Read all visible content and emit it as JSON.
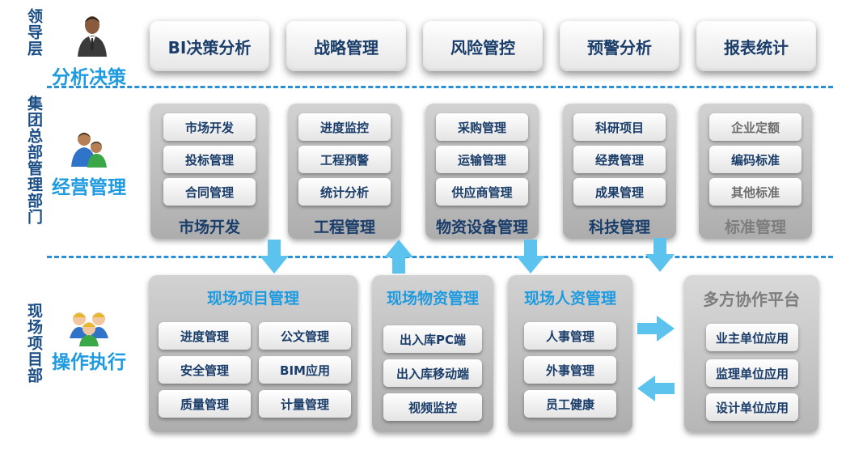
{
  "layers": {
    "leader": {
      "label": "领导层",
      "title": "分析决策"
    },
    "hq": {
      "label": "集团总部管理部门",
      "title": "经营管理"
    },
    "site": {
      "label": "现场项目部",
      "title": "操作执行"
    }
  },
  "top_boxes": [
    "BI决策分析",
    "战略管理",
    "风险管控",
    "预警分析",
    "报表统计"
  ],
  "mid_panels": [
    {
      "title": "市场开发",
      "items": [
        "市场开发",
        "投标管理",
        "合同管理"
      ]
    },
    {
      "title": "工程管理",
      "items": [
        "进度监控",
        "工程预警",
        "统计分析"
      ]
    },
    {
      "title": "物资设备管理",
      "items": [
        "采购管理",
        "运输管理",
        "供应商管理"
      ]
    },
    {
      "title": "科技管理",
      "items": [
        "科研项目",
        "经费管理",
        "成果管理"
      ]
    },
    {
      "title": "标准管理",
      "items": [
        "企业定额",
        "编码标准",
        "其他标准"
      ]
    }
  ],
  "bottom_panels": {
    "project": {
      "title": "现场项目管理",
      "items": [
        "进度管理",
        "公文管理",
        "安全管理",
        "BIM应用",
        "质量管理",
        "计量管理"
      ]
    },
    "materials": {
      "title": "现场物资管理",
      "items": [
        "出入库PC端",
        "出入库移动端",
        "视频监控"
      ]
    },
    "hr": {
      "title": "现场人资管理",
      "items": [
        "人事管理",
        "外事管理",
        "员工健康"
      ]
    },
    "collab": {
      "title": "多方协作平台",
      "items": [
        "业主单位应用",
        "监理单位应用",
        "设计单位应用"
      ]
    }
  },
  "colors": {
    "accent": "#1e9be0",
    "dark_text": "#1a3d6a",
    "arrow": "#5cc3ee",
    "panel": "#bdbdbd"
  }
}
